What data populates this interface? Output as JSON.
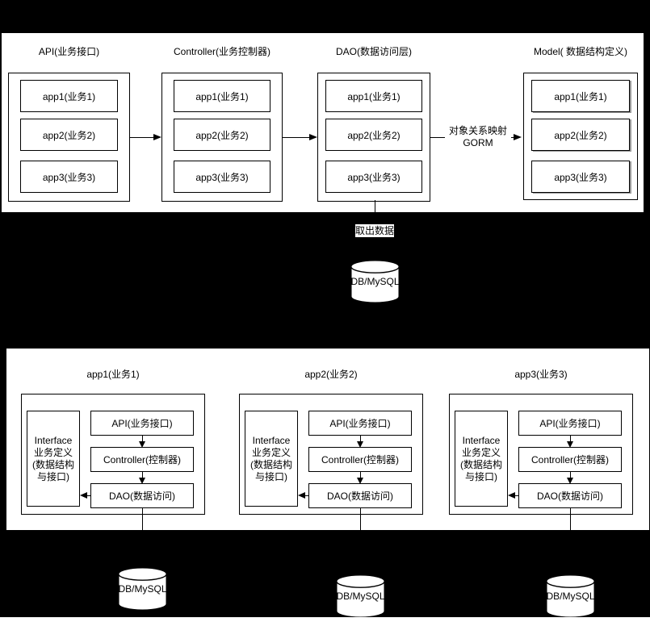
{
  "colors": {
    "background": "#000000",
    "panel": "#ffffff",
    "line": "#000000",
    "model_shadow": "#999999"
  },
  "top_panel": {
    "columns": [
      {
        "header": "API(业务接口)",
        "apps": [
          "app1(业务1)",
          "app2(业务2)",
          "app3(业务3)"
        ]
      },
      {
        "header": "Controller(业务控制器)",
        "apps": [
          "app1(业务1)",
          "app2(业务2)",
          "app3(业务3)"
        ]
      },
      {
        "header": "DAO(数据访问层)",
        "apps": [
          "app1(业务1)",
          "app2(业务2)",
          "app3(业务3)"
        ]
      },
      {
        "header": "Model( 数据结构定义)",
        "apps": [
          "app1(业务1)",
          "app2(业务2)",
          "app3(业务3)"
        ]
      }
    ],
    "orm_arrow_label": "对象关系映射\nGORM"
  },
  "middle": {
    "fetch_label": "取出数据",
    "db_label": "DB/MySQL"
  },
  "bottom_panel": {
    "groups": [
      {
        "title": "app1(业务1)",
        "interface_label": "Interface\n业务定义\n(数据结构\n与接口)",
        "stages": [
          "API(业务接口)",
          "Controller(控制器)",
          "DAO(数据访问)"
        ],
        "db_label": "DB/MySQL"
      },
      {
        "title": "app2(业务2)",
        "interface_label": "Interface\n业务定义\n(数据结构\n与接口)",
        "stages": [
          "API(业务接口)",
          "Controller(控制器)",
          "DAO(数据访问)"
        ],
        "db_label": "DB/MySQL"
      },
      {
        "title": "app3(业务3)",
        "interface_label": "Interface\n业务定义\n(数据结构\n与接口)",
        "stages": [
          "API(业务接口)",
          "Controller(控制器)",
          "DAO(数据访问)"
        ],
        "db_label": "DB/MySQL"
      }
    ]
  }
}
